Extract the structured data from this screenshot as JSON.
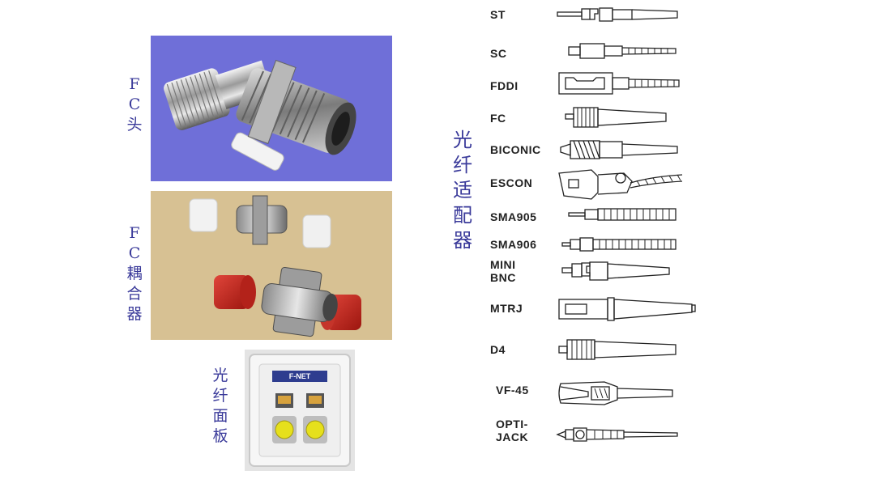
{
  "labels": {
    "fc_head": [
      "F",
      "C",
      "头"
    ],
    "fc_coupler": [
      "F",
      "C",
      "耦",
      "合",
      "器"
    ],
    "fiber_panel": [
      "光",
      "纤",
      "面",
      "板"
    ],
    "fiber_adapter": [
      "光",
      "纤",
      "适",
      "配",
      "器"
    ]
  },
  "panel_text": "F-NET",
  "connectors": [
    {
      "name": "ST",
      "icon": "st-connector-icon"
    },
    {
      "name": "SC",
      "icon": "sc-connector-icon"
    },
    {
      "name": "FDDI",
      "icon": "fddi-connector-icon"
    },
    {
      "name": "FC",
      "icon": "fc-connector-icon"
    },
    {
      "name": "BICONIC",
      "icon": "biconic-connector-icon"
    },
    {
      "name": "ESCON",
      "icon": "escon-connector-icon"
    },
    {
      "name": "SMA905",
      "icon": "sma905-connector-icon"
    },
    {
      "name": "SMA906",
      "icon": "sma906-connector-icon"
    },
    {
      "name": "MINI\nBNC",
      "icon": "mini-bnc-connector-icon"
    },
    {
      "name": "MTRJ",
      "icon": "mtrj-connector-icon"
    },
    {
      "name": "D4",
      "icon": "d4-connector-icon"
    },
    {
      "name": "VF-45",
      "icon": "vf45-connector-icon"
    },
    {
      "name": "OPTI-\nJACK",
      "icon": "opti-jack-connector-icon"
    }
  ],
  "colors": {
    "label": "#3a3a9a",
    "photo1_bg": "#6f6fd8",
    "photo2_bg": "#d7c193"
  }
}
